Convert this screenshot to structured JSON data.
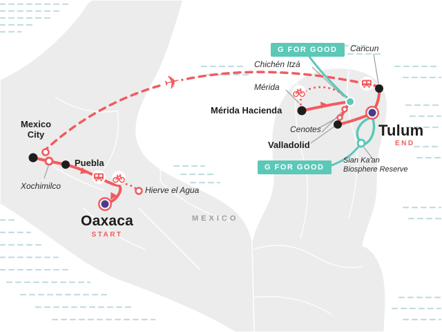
{
  "colors": {
    "route": "#F15B5E",
    "teal": "#5BC8B8",
    "purple": "#4B3A8C",
    "land": "#ECECEC",
    "water_hatch": "#C2DDE2",
    "city_dot": "#1d1d1b"
  },
  "region": {
    "country_label": "MEXICO"
  },
  "badges": {
    "g_for_good_top": "G FOR GOOD",
    "g_for_good_bottom": "G FOR GOOD"
  },
  "icons": {
    "airplane_glyph": "✈"
  },
  "places": {
    "mexico_city": {
      "line1": "Mexico",
      "line2": "City"
    },
    "puebla": {
      "label": "Puebla"
    },
    "xochimilco": {
      "label": "Xochimilco"
    },
    "hierve": {
      "label": "Hierve el Agua"
    },
    "oaxaca": {
      "label": "Oaxaca",
      "sub": "START"
    },
    "merida": {
      "label": "Mérida"
    },
    "chichen": {
      "label": "Chichén Itzá"
    },
    "merida_hacienda": {
      "label": "Mérida Hacienda"
    },
    "cenotes": {
      "label": "Cenotes"
    },
    "valladolid": {
      "label": "Valladolid"
    },
    "cancun": {
      "label": "Cancun"
    },
    "tulum": {
      "label": "Tulum",
      "sub": "END"
    },
    "sian_kaan": {
      "line1": "Sian Ka'an",
      "line2": "Biosphere Reserve"
    }
  }
}
